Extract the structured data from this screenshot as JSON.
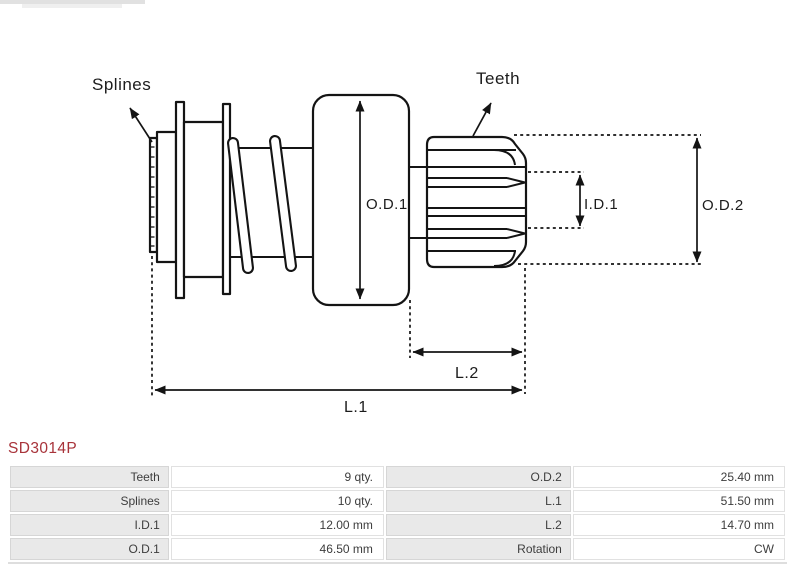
{
  "part_number": "SD3014P",
  "accent_color": "#a8333a",
  "diagram": {
    "labels": {
      "splines": "Splines",
      "teeth": "Teeth",
      "od1": "O.D.1",
      "id1": "I.D.1",
      "od2": "O.D.2",
      "l2": "L.2",
      "l1": "L.1"
    }
  },
  "spec_table": {
    "rows": [
      {
        "left_label": "Teeth",
        "left_value": "9 qty.",
        "right_label": "O.D.2",
        "right_value": "25.40 mm"
      },
      {
        "left_label": "Splines",
        "left_value": "10 qty.",
        "right_label": "L.1",
        "right_value": "51.50 mm"
      },
      {
        "left_label": "I.D.1",
        "left_value": "12.00 mm",
        "right_label": "L.2",
        "right_value": "14.70 mm"
      },
      {
        "left_label": "O.D.1",
        "left_value": "46.50 mm",
        "right_label": "Rotation",
        "right_value": "CW"
      }
    ]
  }
}
